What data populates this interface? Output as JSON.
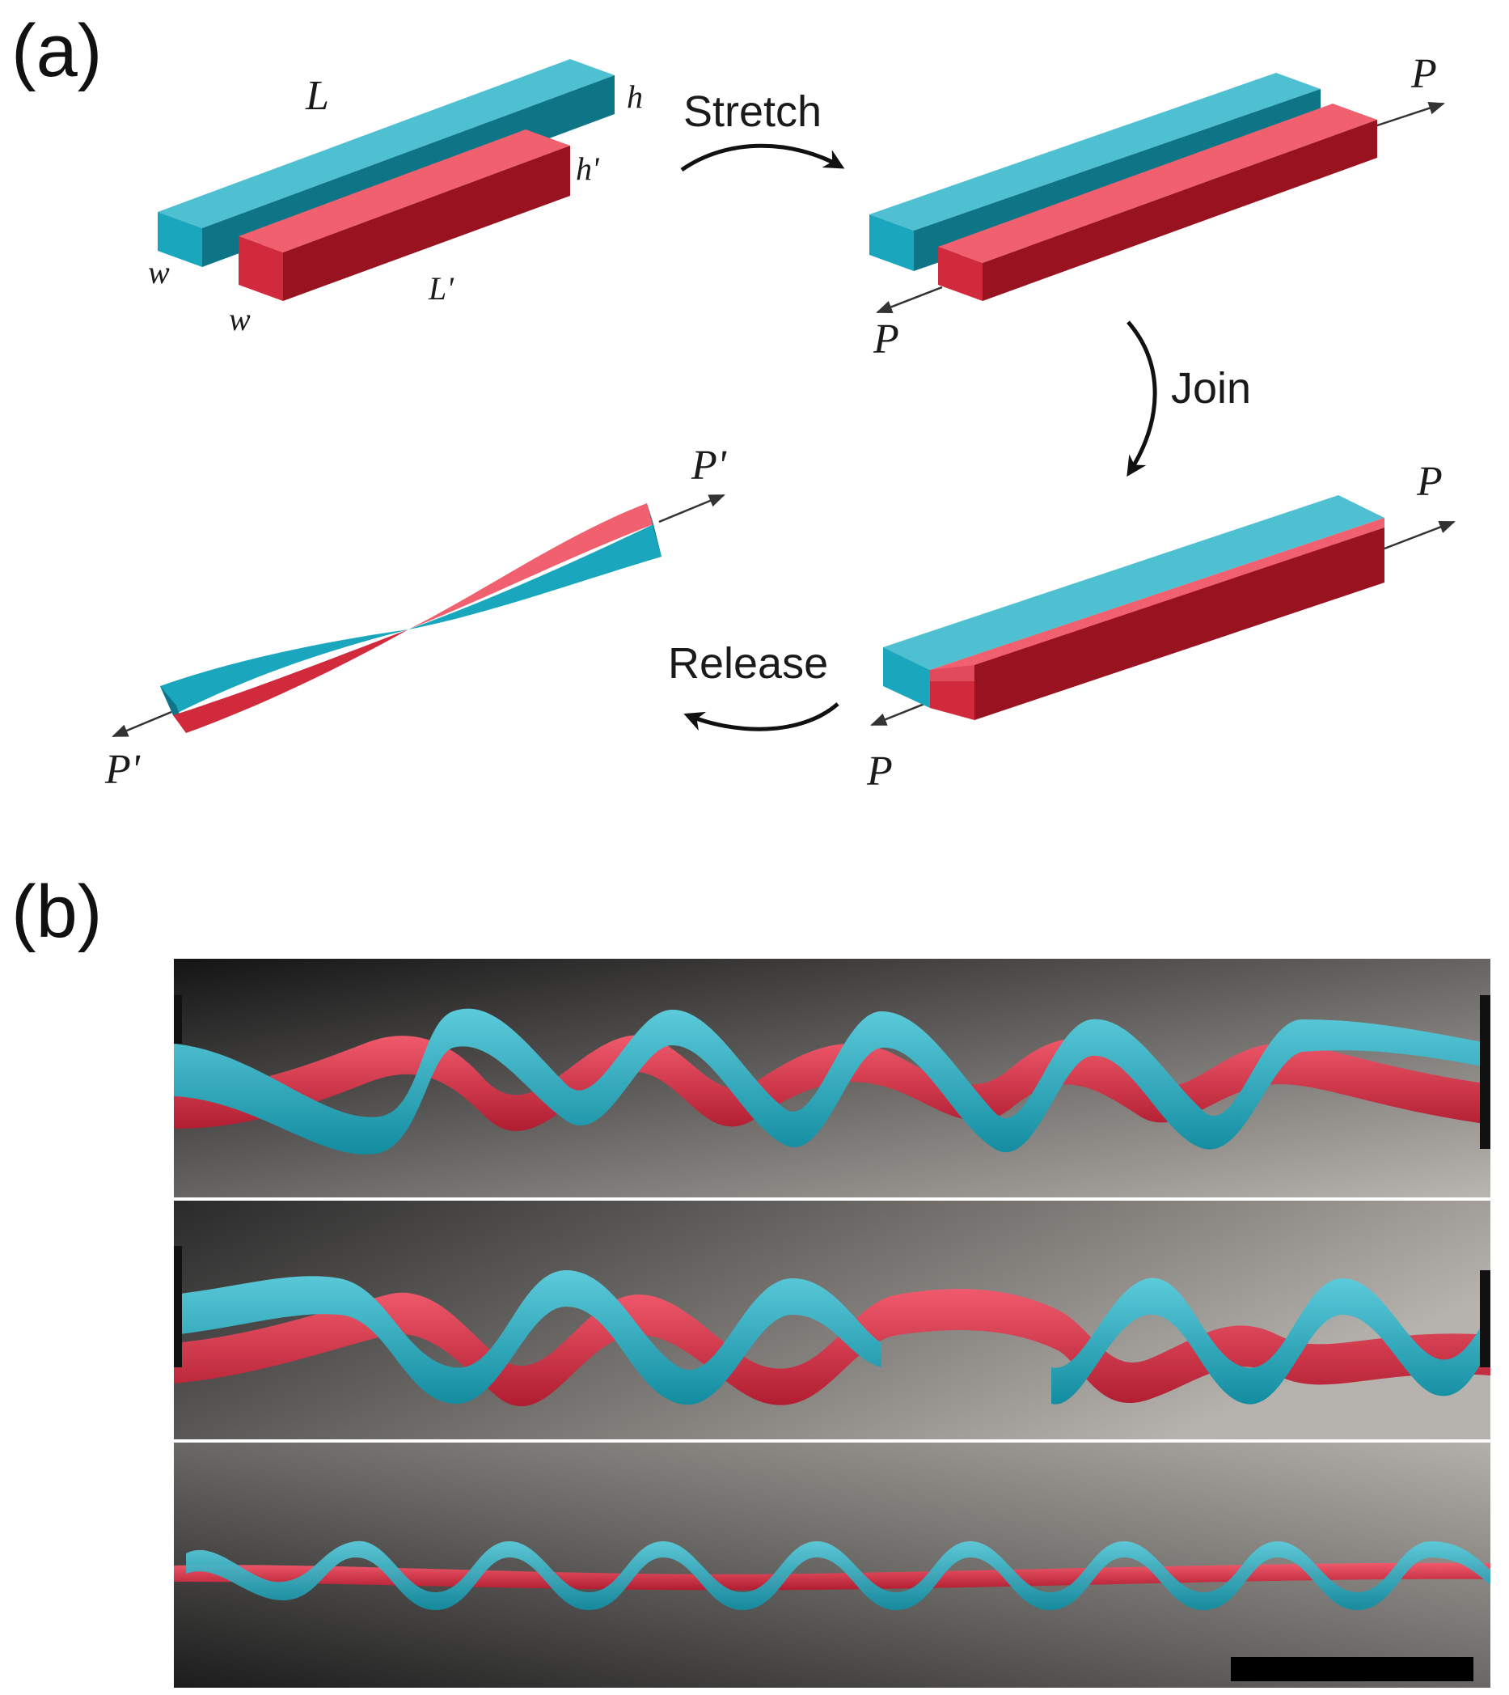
{
  "figure": {
    "panel_a": {
      "label": "(a)",
      "steps": {
        "stretch": "Stretch",
        "join": "Join",
        "release": "Release"
      },
      "dimensions": {
        "length_blue": "L",
        "height_blue": "h",
        "height_red": "h'",
        "width_blue": "w",
        "width_red": "w",
        "length_red": "L'"
      },
      "forces": {
        "applied": "P",
        "released": "P'"
      }
    },
    "panel_b": {
      "label": "(b)",
      "photos": [
        {
          "title": ""
        },
        {
          "title": ""
        },
        {
          "title": ""
        }
      ]
    }
  },
  "colors": {
    "blue_top": "#4fc0d2",
    "blue_front": "#1aa6bd",
    "blue_side": "#0e7587",
    "red_top": "#f0606f",
    "red_front": "#d22a3d",
    "red_side": "#98121f",
    "photo_bg_dark": "#1f1f1f",
    "photo_bg_light": "#aeaba7"
  }
}
